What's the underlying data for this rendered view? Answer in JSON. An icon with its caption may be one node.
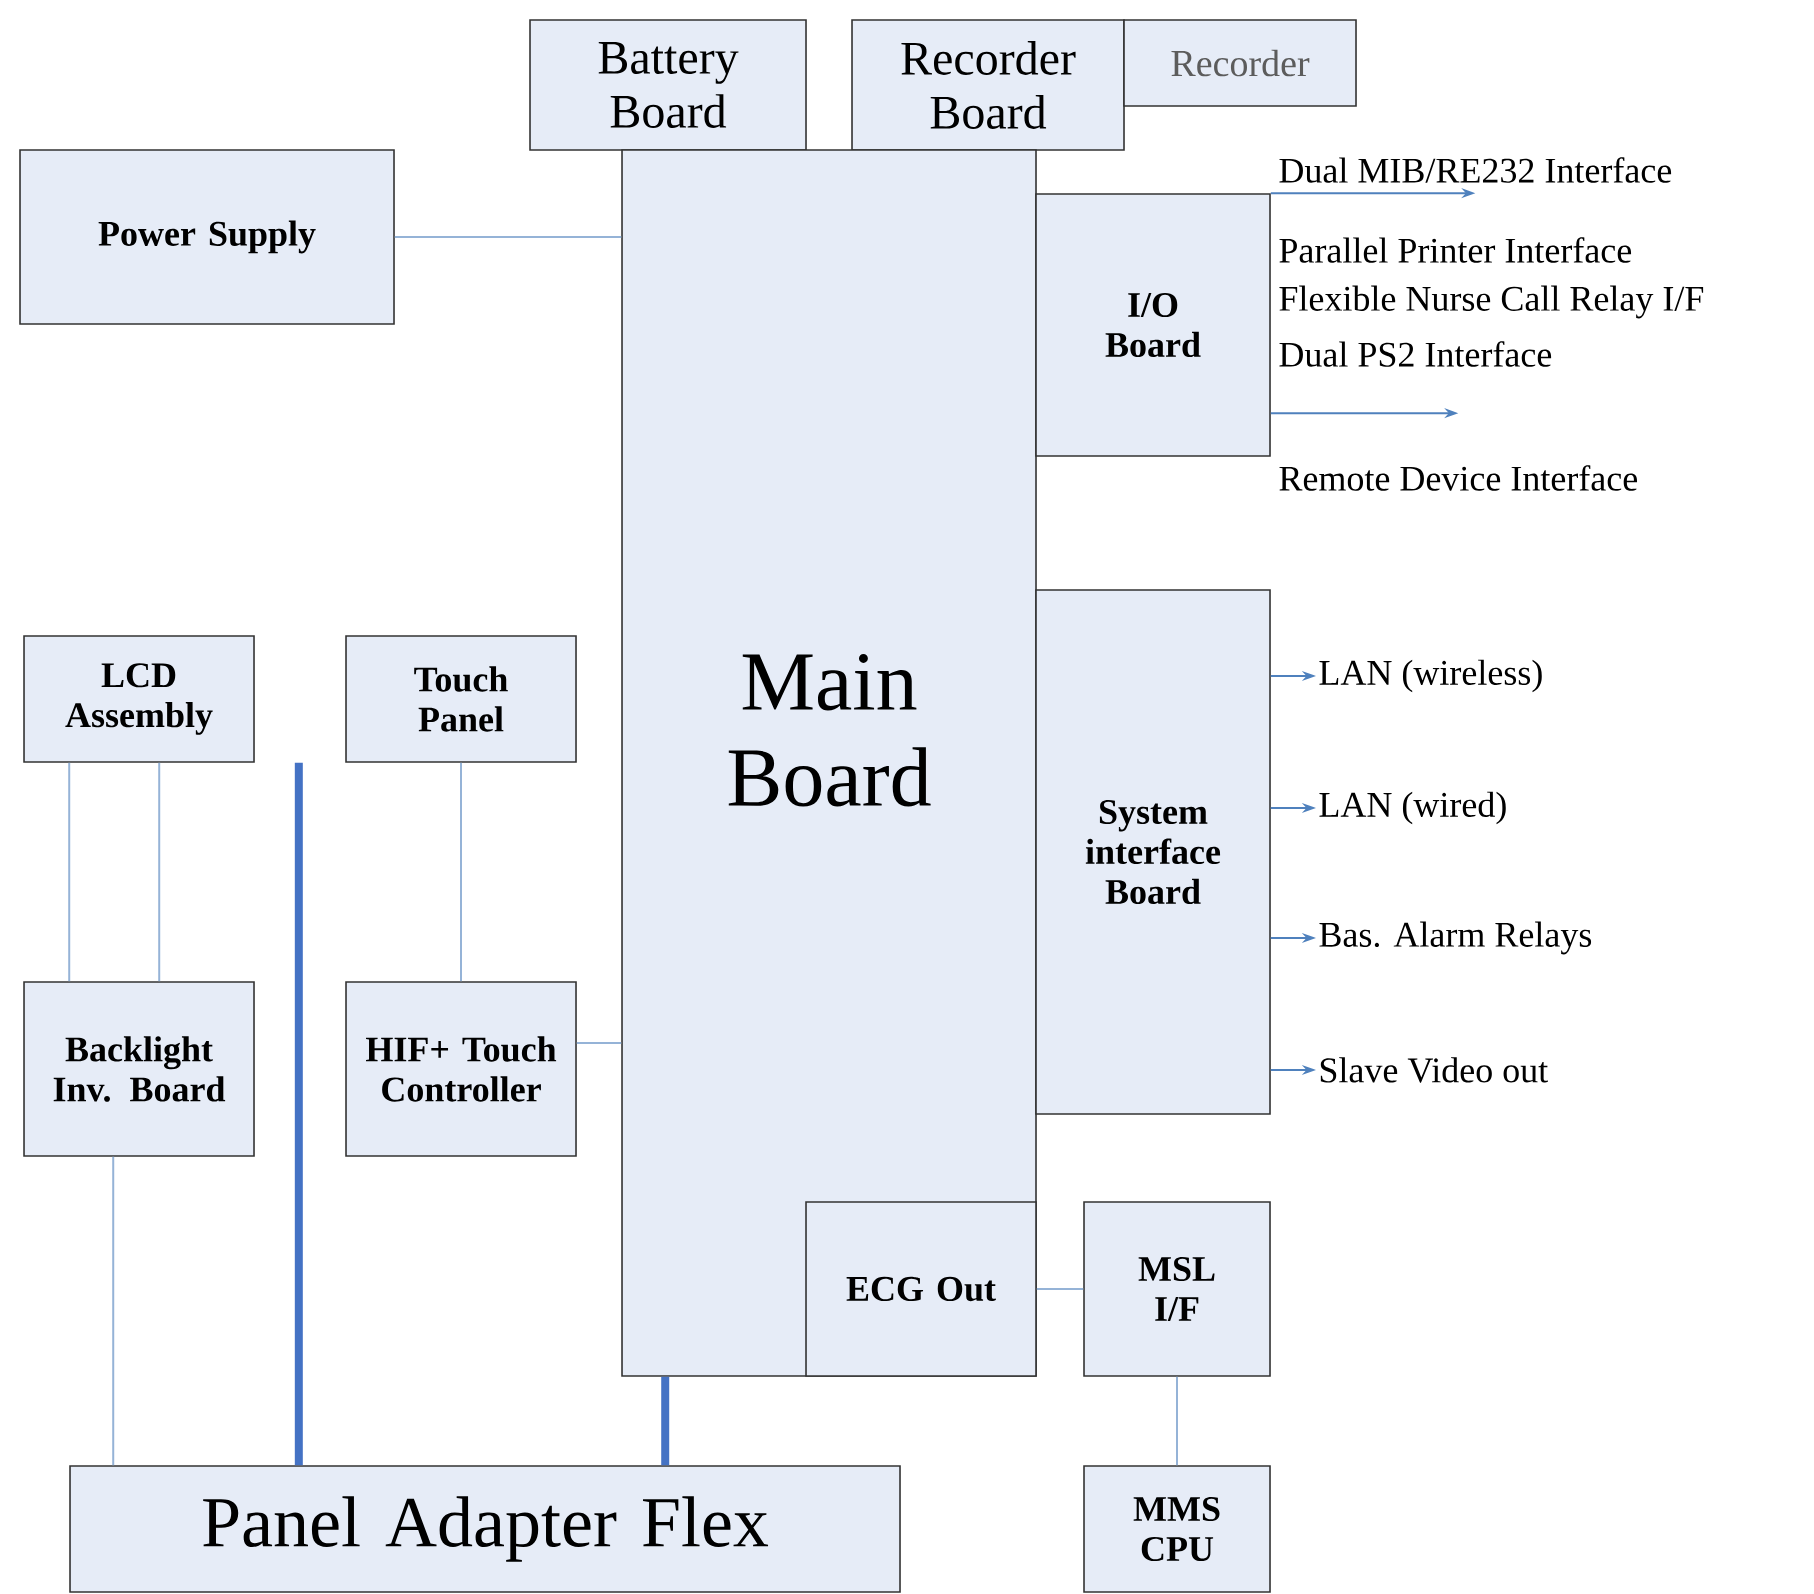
{
  "diagram": {
    "nodes": [
      {
        "text": [
          "Battery Board"
        ]
      },
      {
        "text": [
          "Recorder Board"
        ]
      },
      {
        "text": [
          "Recorder"
        ]
      },
      {
        "text": [
          "Power Supply"
        ]
      },
      {
        "text": [
          "Main Board"
        ]
      },
      {
        "text": [
          "I/O Board"
        ]
      },
      {
        "text": [
          "System interface Board"
        ]
      },
      {
        "text": [
          "LAN (wireless)"
        ]
      },
      {
        "text": [
          "LAN (wired)"
        ]
      },
      {
        "text": [
          "Bas. Alarm Relays"
        ]
      },
      {
        "text": [
          "Slave Video out"
        ]
      },
      {
        "text": [
          "LCD Assembly"
        ]
      },
      {
        "text": [
          "Touch Panel"
        ]
      },
      {
        "text": [
          "Backlight Inv. Board"
        ]
      },
      {
        "text": [
          "HIF+ Touch Controller"
        ]
      },
      {
        "text": [
          "ECG Out"
        ],
        "in": 4
      },
      {
        "text": [
          "MSL I/F"
        ]
      },
      {
        "text": [
          "Panel Adapter Flex"
        ]
      },
      {
        "text": [
          "MMS CPU"
        ]
      },
      {
        "text": [
          "Dual MIB/RE232 Interface"
        ]
      },
      {
        "text": [
          "Remote Device Interface"
        ]
      }
    ],
    "edges": [
      {
        "from": 3,
        "to": 4,
        "arrow": "none"
      },
      {
        "from": 5,
        "to": 19,
        "arrow": "to",
        "color": "#4f81bd"
      },
      {
        "from": 5,
        "to": 20,
        "arrow": "to",
        "color": "#4f81bd"
      },
      {
        "from": 6,
        "to": 7,
        "arrow": "to",
        "color": "#4f81bd"
      },
      {
        "from": 6,
        "to": 8,
        "arrow": "to",
        "color": "#4f81bd"
      },
      {
        "from": 6,
        "to": 9,
        "arrow": "to",
        "color": "#4f81bd"
      },
      {
        "from": 6,
        "to": 10,
        "arrow": "to",
        "color": "#4f81bd"
      },
      {
        "from": 11,
        "to": 13,
        "arrow": "none"
      },
      {
        "from": 11,
        "to": 13,
        "arrow": "none"
      },
      {
        "from": 12,
        "to": 14,
        "arrow": "none"
      },
      {
        "from": 14,
        "to": 4,
        "arrow": "none"
      },
      {
        "from": 13,
        "to": 17,
        "arrow": "none"
      },
      {
        "from": 11,
        "to": 17,
        "arrow": "none",
        "style": "thick",
        "color": "#4472c4"
      },
      {
        "from": 4,
        "to": 17,
        "arrow": "none",
        "style": "thick",
        "color": "#4472c4"
      },
      {
        "from": 15,
        "to": 16,
        "arrow": "none"
      },
      {
        "from": 16,
        "to": 18,
        "arrow": "none"
      }
    ],
    "labels": [
      "Parallel Printer Interface",
      "Flexible Nurse Call Relay I/F",
      "Dual PS2 Interface"
    ]
  }
}
